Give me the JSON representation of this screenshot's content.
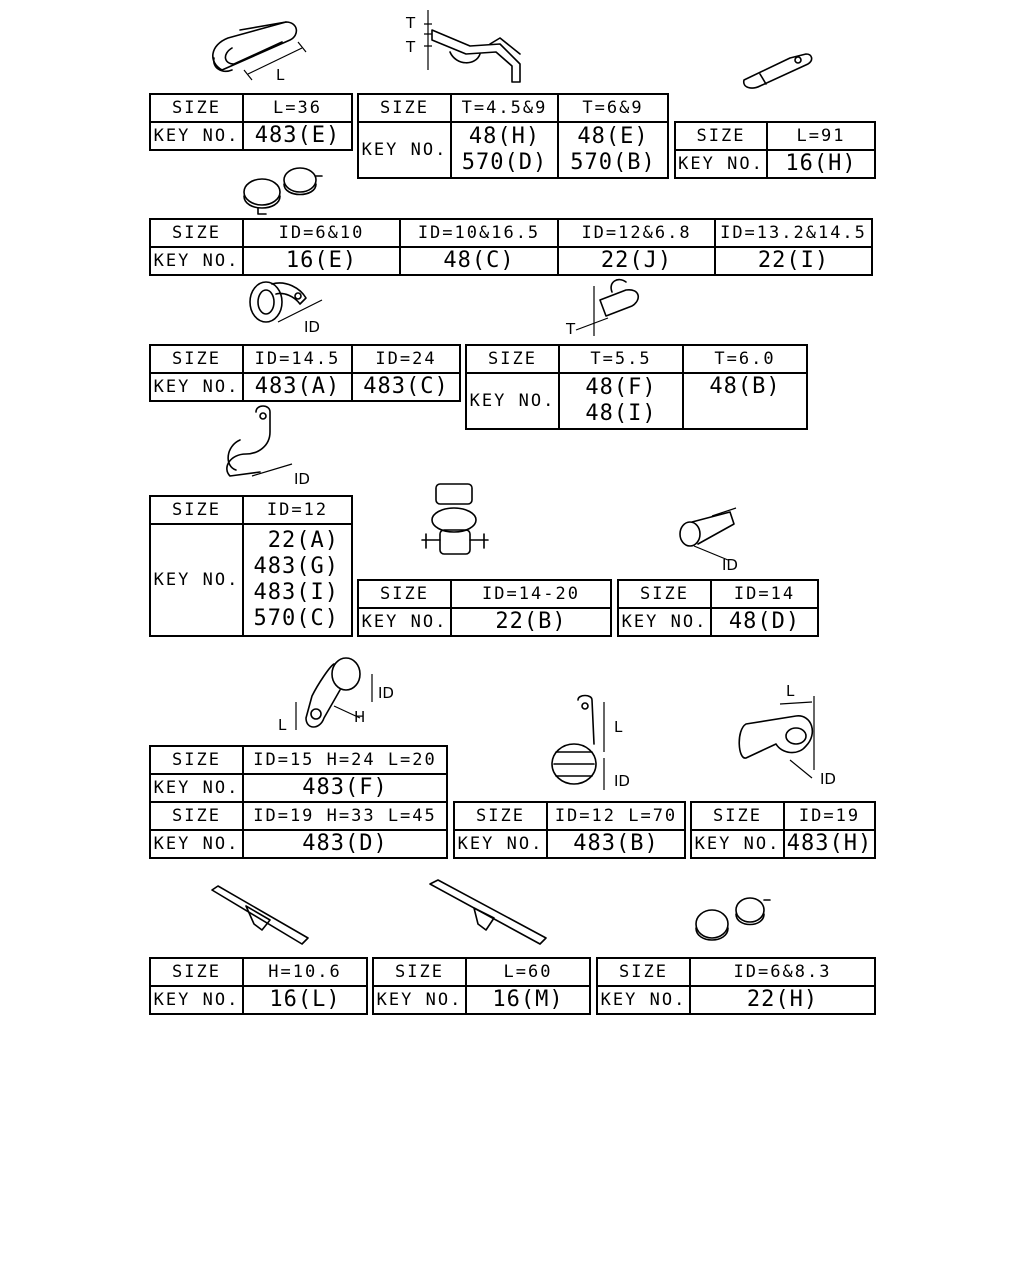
{
  "labels": {
    "size": "SIZE",
    "key_no": "KEY NO."
  },
  "tables": [
    {
      "id": "t1",
      "sizes": [
        "L=36"
      ],
      "keys": [
        [
          "483(E)"
        ]
      ]
    },
    {
      "id": "t2",
      "sizes": [
        "T=4.5&9",
        "T=6&9"
      ],
      "keys": [
        [
          "48(H)",
          "570(D)"
        ],
        [
          "48(E)",
          "570(B)"
        ]
      ]
    },
    {
      "id": "t3",
      "sizes": [
        "L=91"
      ],
      "keys": [
        [
          "16(H)"
        ]
      ]
    },
    {
      "id": "t4",
      "sizes": [
        "ID=6&10",
        "ID=10&16.5",
        "ID=12&6.8",
        "ID=13.2&14.5"
      ],
      "keys": [
        [
          "16(E)"
        ],
        [
          "48(C)"
        ],
        [
          "22(J)"
        ],
        [
          "22(I)"
        ]
      ]
    },
    {
      "id": "t5",
      "sizes": [
        "ID=14.5",
        "ID=24"
      ],
      "keys": [
        [
          "483(A)"
        ],
        [
          "483(C)"
        ]
      ]
    },
    {
      "id": "t6",
      "sizes": [
        "T=5.5",
        "T=6.0"
      ],
      "keys": [
        [
          "48(F)",
          "48(I)"
        ],
        [
          "48(B)"
        ]
      ]
    },
    {
      "id": "t7",
      "sizes": [
        "ID=12"
      ],
      "keys": [
        [
          "22(A)",
          "483(G)",
          "483(I)",
          "570(C)"
        ]
      ]
    },
    {
      "id": "t8",
      "sizes": [
        "ID=14-20"
      ],
      "keys": [
        [
          "22(B)"
        ]
      ]
    },
    {
      "id": "t9",
      "sizes": [
        "ID=14"
      ],
      "keys": [
        [
          "48(D)"
        ]
      ]
    },
    {
      "id": "t10",
      "sizes": [
        "ID=15 H=24 L=20"
      ],
      "keys": [
        [
          "483(F)"
        ]
      ]
    },
    {
      "id": "t10b",
      "sizes": [
        "ID=19 H=33 L=45"
      ],
      "keys": [
        [
          "483(D)"
        ]
      ]
    },
    {
      "id": "t11",
      "sizes": [
        "ID=12 L=70"
      ],
      "keys": [
        [
          "483(B)"
        ]
      ]
    },
    {
      "id": "t12",
      "sizes": [
        "ID=19"
      ],
      "keys": [
        [
          "483(H)"
        ]
      ]
    },
    {
      "id": "t13",
      "sizes": [
        "H=10.6"
      ],
      "keys": [
        [
          "16(L)"
        ]
      ]
    },
    {
      "id": "t14",
      "sizes": [
        "L=60"
      ],
      "keys": [
        [
          "16(M)"
        ]
      ]
    },
    {
      "id": "t15",
      "sizes": [
        "ID=6&8.3"
      ],
      "keys": [
        [
          "22(H)"
        ]
      ]
    }
  ],
  "dimension_labels": {
    "l": "L",
    "t": "T",
    "id": "ID",
    "h": "H"
  }
}
